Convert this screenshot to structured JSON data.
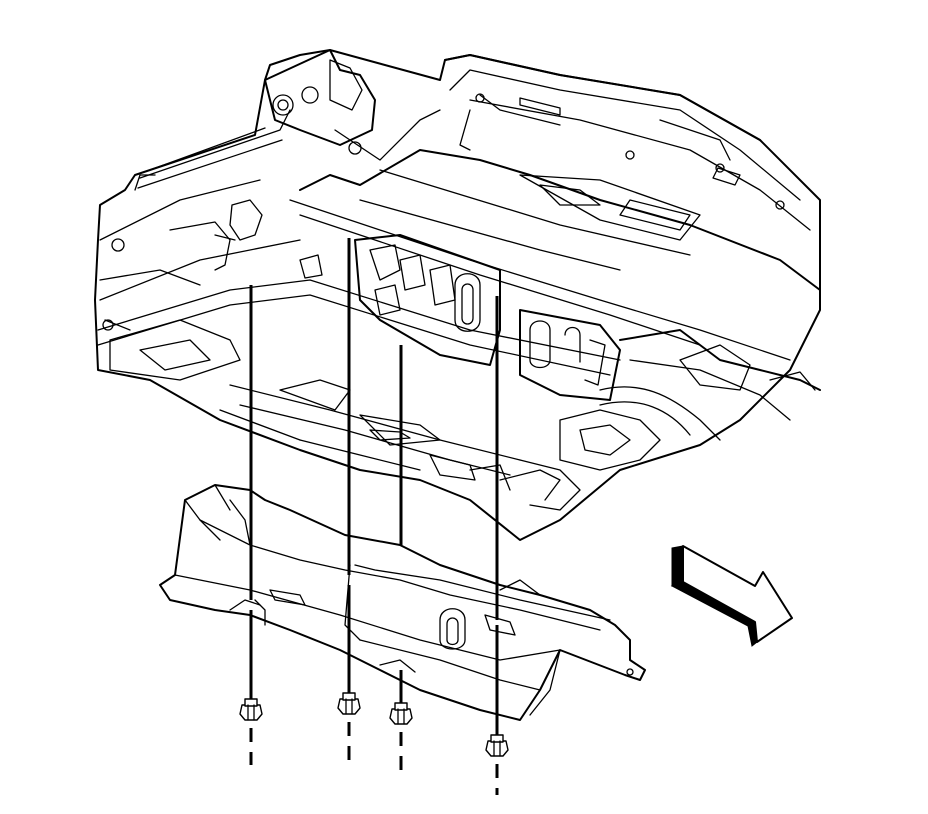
{
  "figure": {
    "subject": "underbody-shield-installation",
    "colors": {
      "ink": "#000000",
      "paper": "#ffffff"
    },
    "fasteners": [
      {
        "name": "fastener-1"
      },
      {
        "name": "fastener-2"
      },
      {
        "name": "fastener-3"
      },
      {
        "name": "fastener-4"
      }
    ],
    "direction_indicator": "front-of-vehicle-arrow-icon"
  }
}
